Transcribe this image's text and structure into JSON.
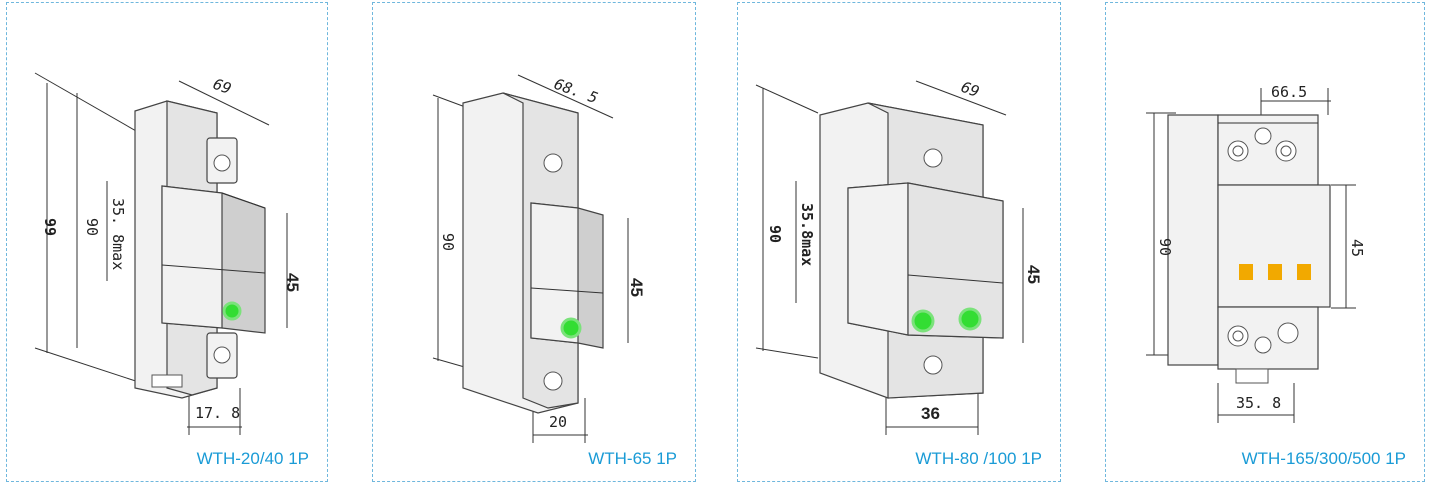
{
  "products": [
    {
      "caption": "WTH-20/40 1P",
      "dims": {
        "depth": "69",
        "height_outer": "99",
        "height_inner": "90",
        "module": "35. 8max",
        "front": "45",
        "width": "17. 8"
      },
      "indicator_color": "#33dd33"
    },
    {
      "caption": "WTH-65 1P",
      "dims": {
        "depth": "68. 5",
        "height": "90",
        "front": "45",
        "width": "20"
      },
      "indicator_color": "#33dd33"
    },
    {
      "caption": "WTH-80 /100 1P",
      "dims": {
        "depth": "69",
        "height": "90",
        "module": "35.8max",
        "front": "45",
        "width": "36"
      },
      "indicator_color": "#33dd33"
    },
    {
      "caption": "WTH-165/300/500 1P",
      "dims": {
        "depth": "66.5",
        "height": "90",
        "front": "45",
        "width": "35. 8"
      },
      "indicator_color": "#f2a900"
    }
  ]
}
